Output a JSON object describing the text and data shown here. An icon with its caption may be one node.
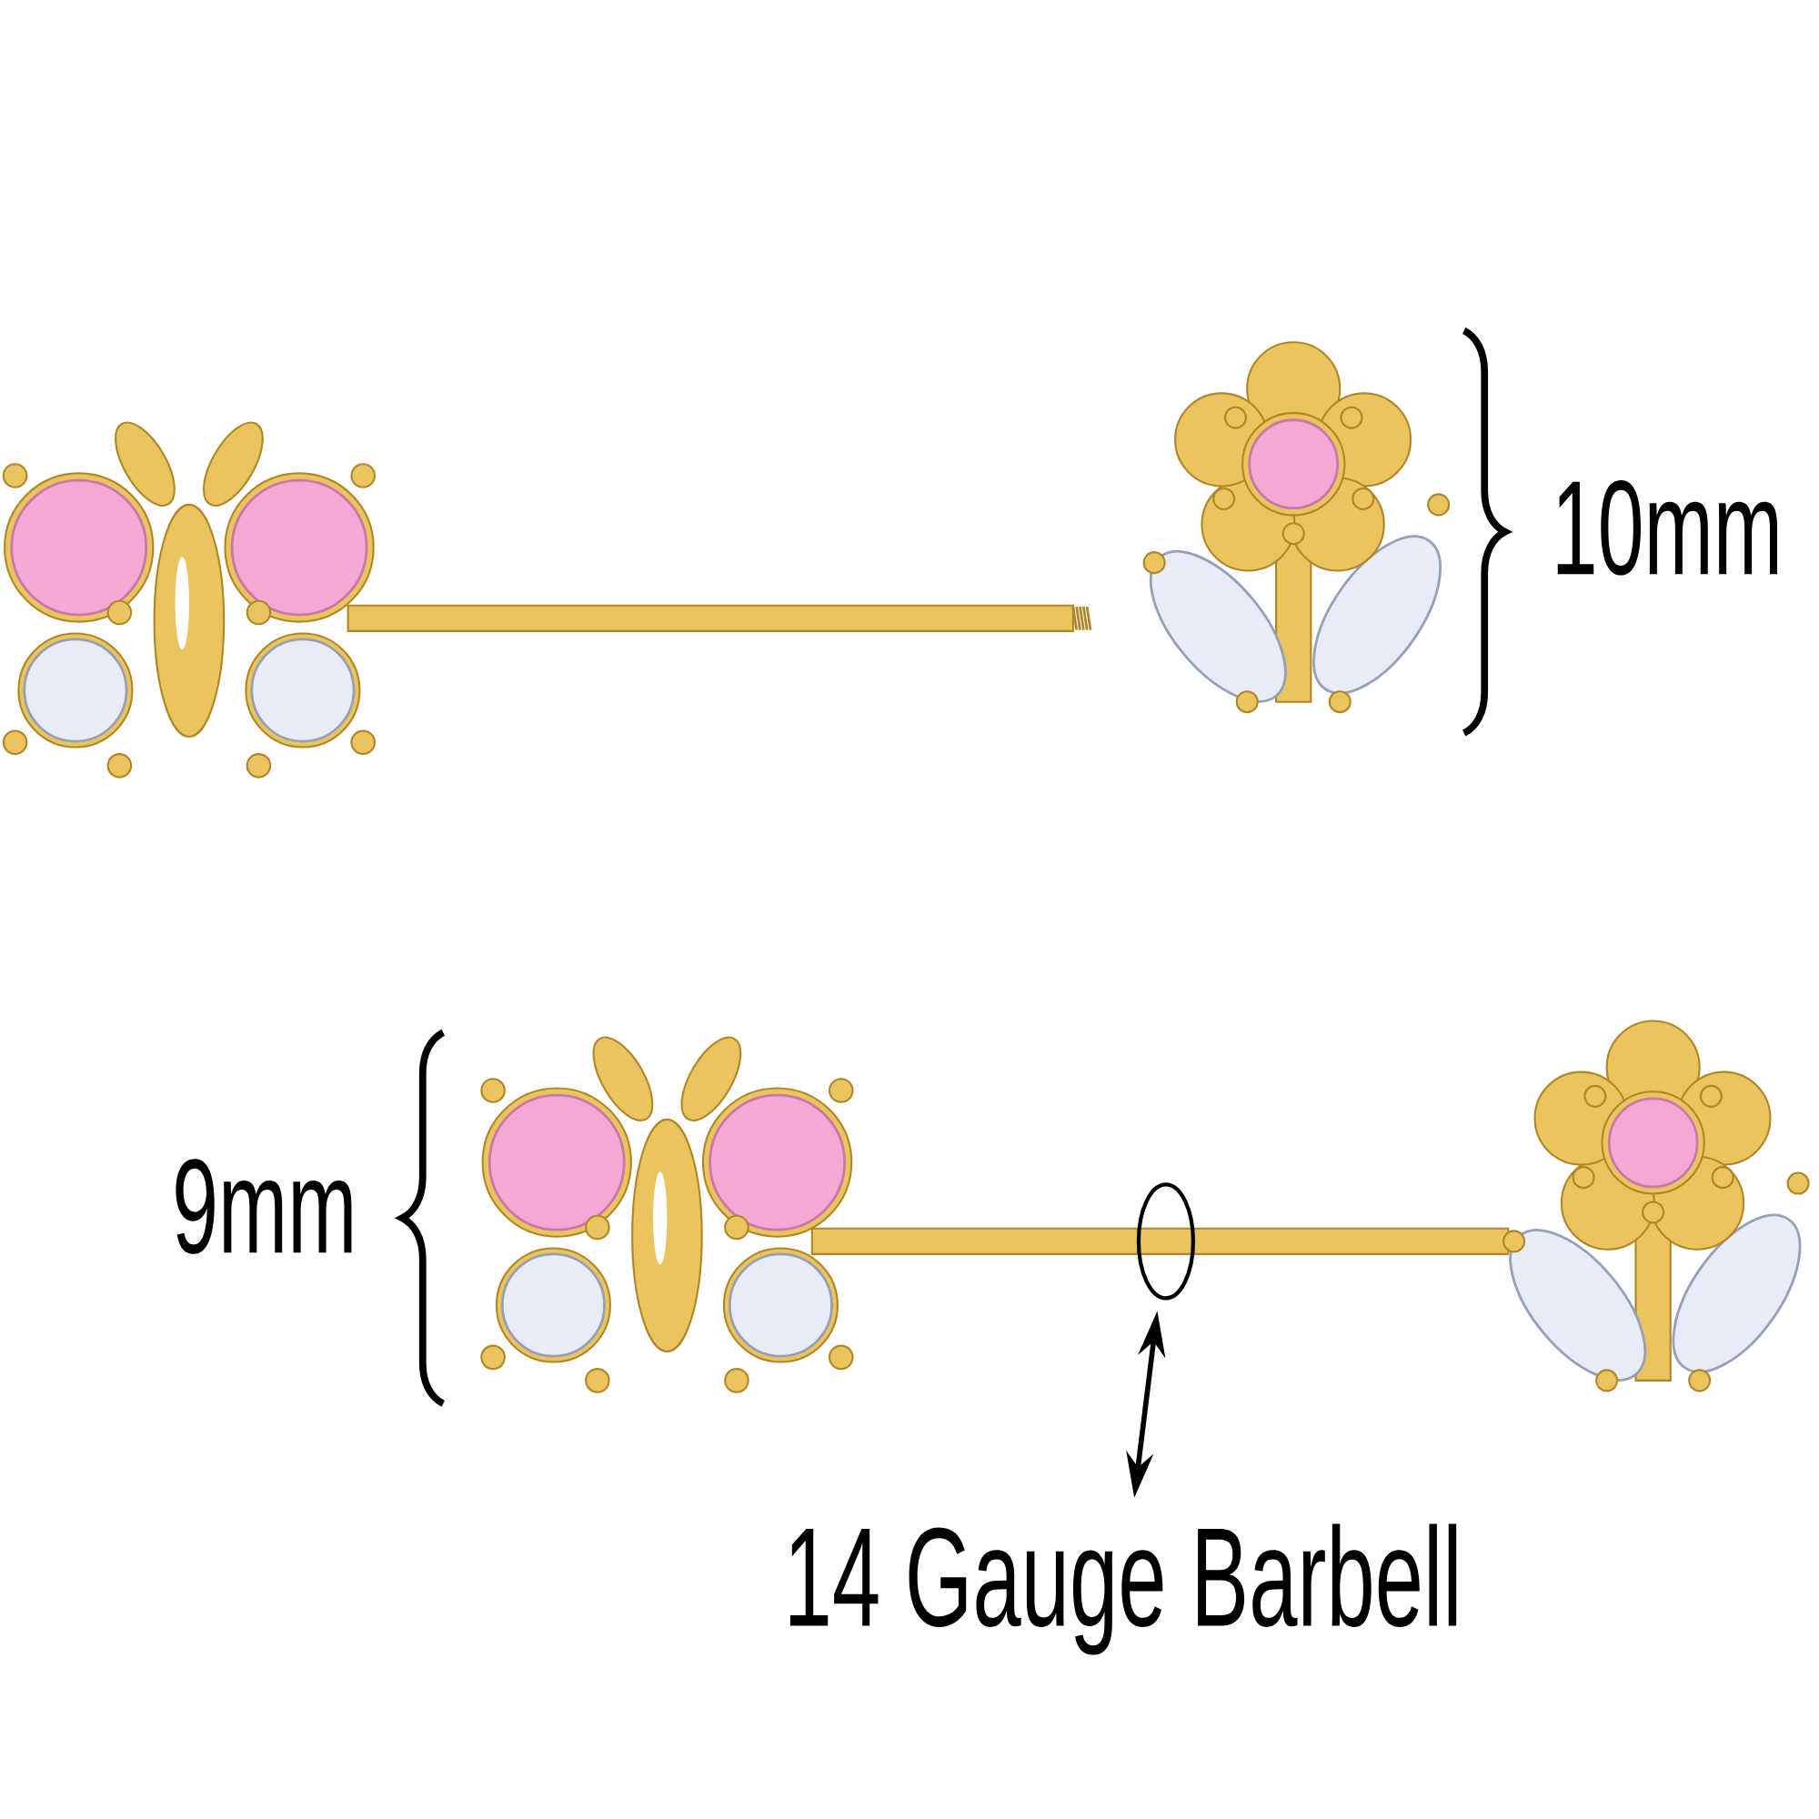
{
  "diagram": {
    "nodes": [
      {
        "text": [
          "14 Gauge Barbell"
        ]
      },
      {
        "text": [],
        "shape": "circle"
      }
    ],
    "edges": [
      {
        "from": 0,
        "to": 1,
        "arrow": "both"
      }
    ],
    "labels": [
      "10mm",
      "9mm"
    ]
  }
}
